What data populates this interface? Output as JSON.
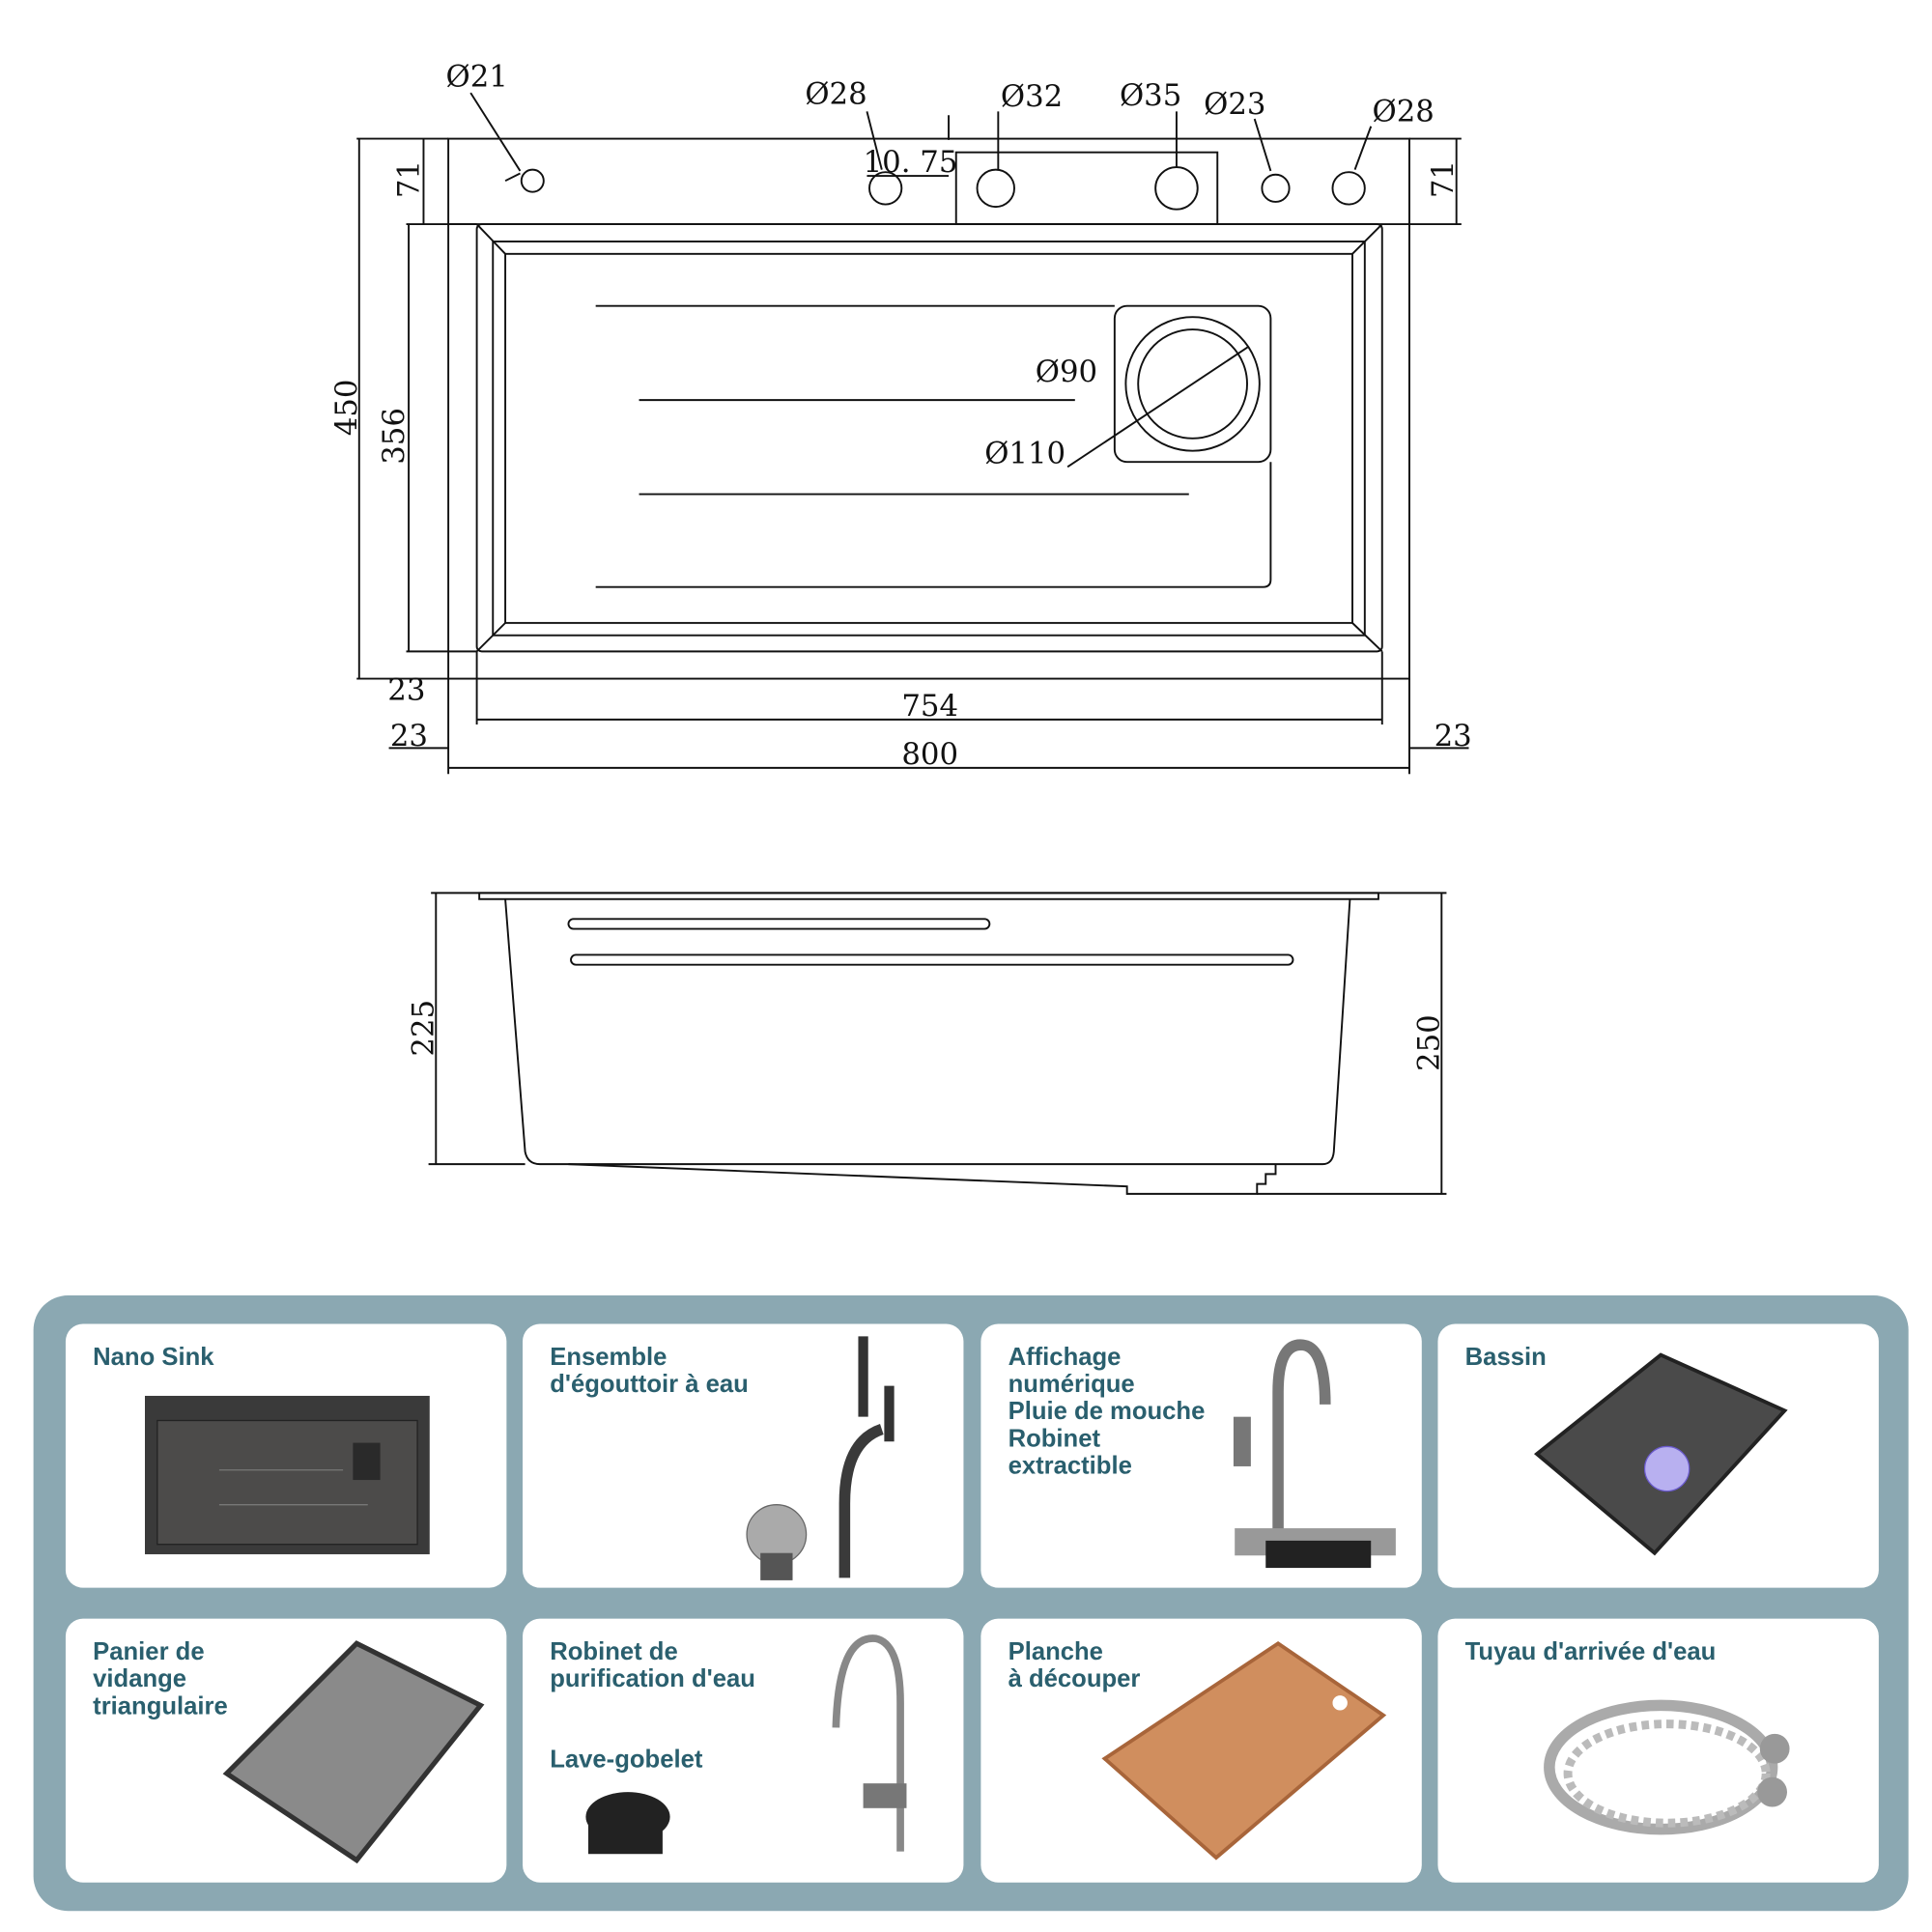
{
  "drawing": {
    "top_view": {
      "holes": [
        "Ø21",
        "Ø28",
        "Ø32",
        "Ø35",
        "Ø23",
        "Ø28"
      ],
      "offset": "10. 75",
      "drain_inner": "Ø90",
      "drain_outer": "Ø110",
      "left_edge": "71",
      "right_edge": "71",
      "overall_depth": "450",
      "inner_depth": "356",
      "bottom_margin": "23",
      "left_margin": "23",
      "right_margin": "23",
      "inner_width": "754",
      "overall_width": "800"
    },
    "side_view": {
      "front_height": "225",
      "back_height": "250"
    }
  },
  "components": [
    {
      "title": "Nano Sink"
    },
    {
      "title": "Ensemble\nd'égouttoir à eau"
    },
    {
      "title": "Affichage\nnumérique\nPluie de mouche\nRobinet\nextractible"
    },
    {
      "title": "Bassin"
    },
    {
      "title": "Panier de\nvidange\ntriangulaire"
    },
    {
      "title": "Robinet de\npurification d'eau",
      "subtitle": "Lave-gobelet"
    },
    {
      "title": "Planche\nà découper"
    },
    {
      "title": "Tuyau d'arrivée d'eau"
    }
  ],
  "colors": {
    "panel": "#8ba8b2",
    "title": "#2a5f6e"
  }
}
